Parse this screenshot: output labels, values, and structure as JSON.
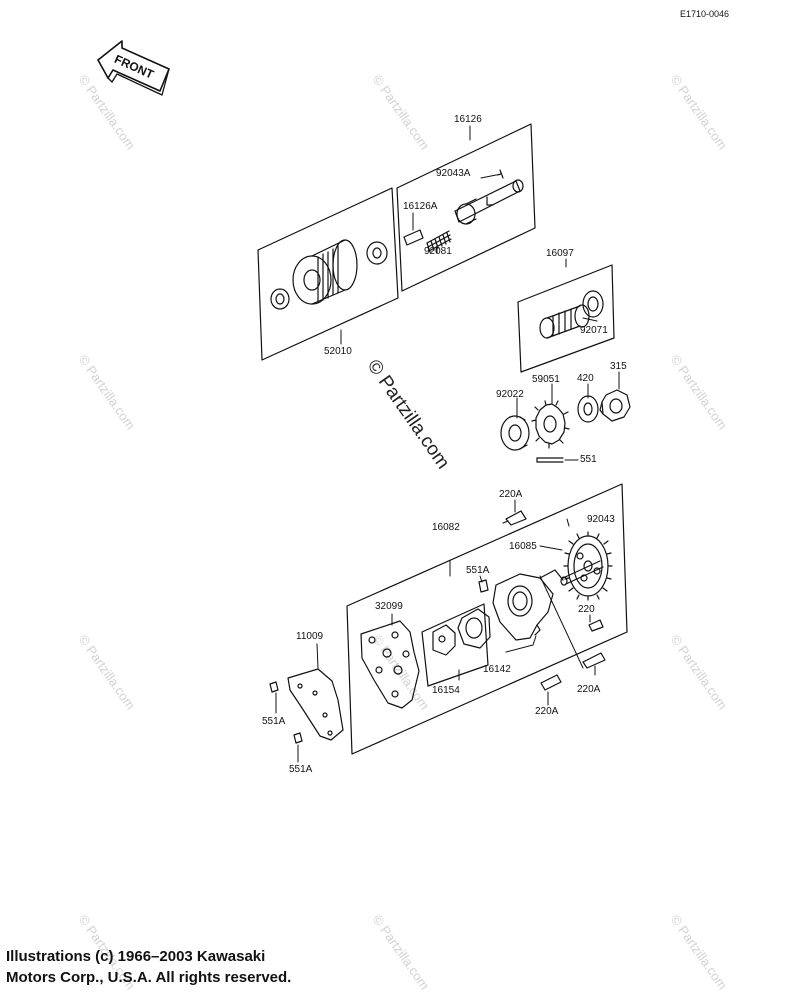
{
  "drawing_id": "E1710-0046",
  "front_label": "FRONT",
  "center_watermark": "© Partzilla.com",
  "watermark_text": "© Partzilla.com",
  "copyright_line1": "Illustrations (c) 1966–2003 Kawasaki",
  "copyright_line2": "Motors Corp., U.S.A.  All rights reserved.",
  "part_labels": {
    "p16126": "16126",
    "p92043A": "92043A",
    "p16126A": "16126A",
    "p92081": "92081",
    "p52010": "52010",
    "p16097": "16097",
    "p92071": "92071",
    "p92022": "92022",
    "p59051": "59051",
    "p420": "420",
    "p315": "315",
    "p551": "551",
    "p220A_top": "220A",
    "p92043": "92043",
    "p16082": "16082",
    "p16085": "16085",
    "p551A_mid": "551A",
    "p32099": "32099",
    "p220": "220",
    "p11009": "11009",
    "p16142": "16142",
    "p220A_right": "220A",
    "p16154": "16154",
    "p220A_bottom": "220A",
    "p551A_left1": "551A",
    "p551A_left2": "551A"
  },
  "colors": {
    "line": "#111111",
    "watermark": "#d2d2d2"
  }
}
